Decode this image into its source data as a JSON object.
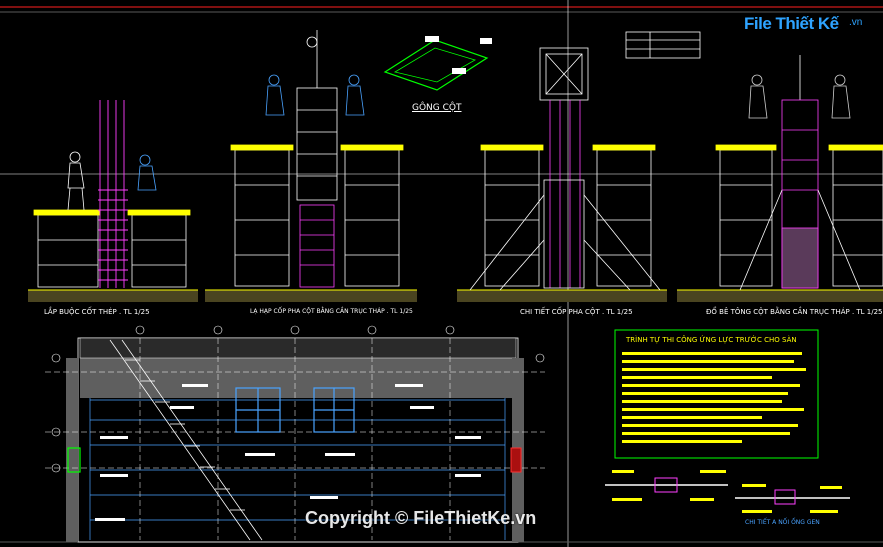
{
  "watermark": {
    "logo_text": "File Thiết Kế",
    "logo_domain": ".vn",
    "copyright": "Copyright © FileThietKe.vn"
  },
  "drawing": {
    "gong_cot_label": "GÔNG CỘT",
    "captions": {
      "step1": "LẮP BUỘC CỐT THÉP . TL 1/25",
      "step2": "LẠ HẠP CỐP PHA CỘT BẰNG CẦN TRỤC THÁP . TL 1/25",
      "step3": "CHI TIẾT CỐP PHA CỘT . TL 1/25",
      "step4": "ĐỔ BÊ TÔNG CỘT BẰNG CẦN TRỤC THÁP . TL 1/25"
    },
    "notes_title": "TRÌNH TỰ THI CÔNG ỨNG LỰC TRƯỚC CHO SÀN",
    "detail_caption": "CHI TIẾT A NỐI ỐNG GEN"
  },
  "colors": {
    "background": "#000000",
    "rebar": "#ff40ff",
    "scaffold": "#ffffff",
    "note_text": "#ffff00",
    "dimension": "#4aa3ff",
    "frame": "#ff2020",
    "hatch": "#9a9a9a"
  }
}
